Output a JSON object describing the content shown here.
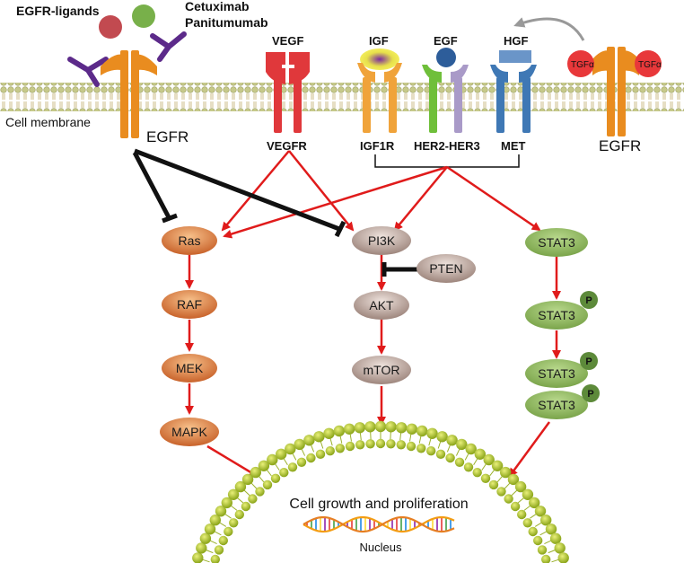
{
  "labels": {
    "egfr_ligands": "EGFR-ligands",
    "cetuximab": "Cetuximab",
    "panitumumab": "Panitumumab",
    "cell_membrane": "Cell membrane",
    "egfr_left": "EGFR",
    "egfr_right": "EGFR",
    "vegf": "VEGF",
    "vegfr": "VEGFR",
    "igf": "IGF",
    "igf1r": "IGF1R",
    "egf": "EGF",
    "her2_her3": "HER2-HER3",
    "hgf": "HGF",
    "met": "MET",
    "tgfa_1": "TGFα",
    "tgfa_2": "TGFα",
    "cell_growth": "Cell growth and proliferation",
    "nucleus": "Nucleus",
    "phospho": "P"
  },
  "nodes": {
    "ras": "Ras",
    "raf": "RAF",
    "mek": "MEK",
    "mapk": "MAPK",
    "pi3k": "PI3K",
    "pten": "PTEN",
    "akt": "AKT",
    "mtor": "mTOR",
    "stat3_1": "STAT3",
    "stat3_2": "STAT3",
    "stat3_3": "STAT3",
    "stat3_4": "STAT3"
  },
  "colors": {
    "egfr": "#e98c1f",
    "vegfr": "#e0383b",
    "igf1r": "#f0a33a",
    "her2": "#6fbf3a",
    "her3": "#a99ac8",
    "met": "#3f78b5",
    "activation_arrow": "#e01b1b",
    "inhibition": "#111111",
    "stat3": "#8bb85a",
    "mapk_path": "#d9824a",
    "pi3k_path": "#b8a39c",
    "membrane_head": "#c9cc8a",
    "nucleus_head": "#b7cf3a"
  }
}
